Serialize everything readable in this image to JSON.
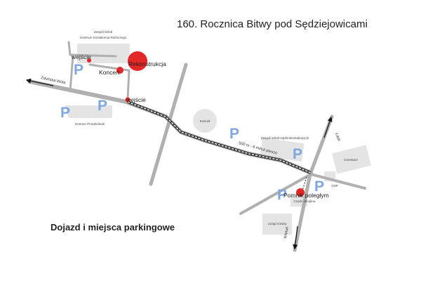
{
  "title": "160. Rocznica Bitwy pod Sędziejowicami",
  "subtitle": "Dojazd i miejsca parkingowe",
  "colors": {
    "road": "#b0b0b0",
    "building": "#e4e4e4",
    "event_marker": "#e32626",
    "parking": "#7fa6e0",
    "route_dash": "#ffffff"
  },
  "buildings": {
    "zespol_szkol_rolniczych": [
      "Zespół Szkół",
      "Centrum Kształcenia Rolniczego"
    ],
    "gminne_przedszkole": "Gminne Przedszkole",
    "kosciol": "Kościół",
    "zespol_szkol_ogolnoksztalcacych": "Zespół Szkół Ogólnokształcących",
    "cmentarz": "Cmentarz",
    "osp": "OSP",
    "urzad_gminy": "Urząd Gminy"
  },
  "event_places": {
    "wejscie_top": "wejście",
    "rekonstrukcja": "Rekonstrukcja",
    "koncert": "Koncert",
    "wejscie_main": "wejście",
    "pomnik": "Pomnik poległym",
    "czesc_oficjalna": "Część oficjalna"
  },
  "roads": {
    "zdunska_wola": "Zduńska Wola",
    "lask": "Łask",
    "wielun": "Wieluń"
  },
  "route": {
    "distance_label": "500 m - 6 minut pieszo"
  },
  "parking": {
    "symbol": "P",
    "count": 7
  },
  "icons": {
    "parking": "parking-icon",
    "event": "event-marker-icon",
    "direction": "direction-arrow-icon"
  }
}
